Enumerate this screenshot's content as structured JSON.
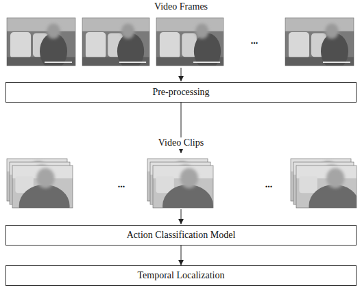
{
  "diagram": {
    "nodes": [
      {
        "text": [
          "Pre-processing"
        ]
      },
      {
        "text": [
          "Action Classification Model"
        ]
      },
      {
        "text": [
          "Temporal Localization"
        ]
      }
    ],
    "edges": [
      {
        "from": 1,
        "to": 2,
        "arrow": "to"
      }
    ],
    "labels": [
      "Video Frames",
      "...",
      "Video Clips",
      "...",
      "..."
    ]
  }
}
